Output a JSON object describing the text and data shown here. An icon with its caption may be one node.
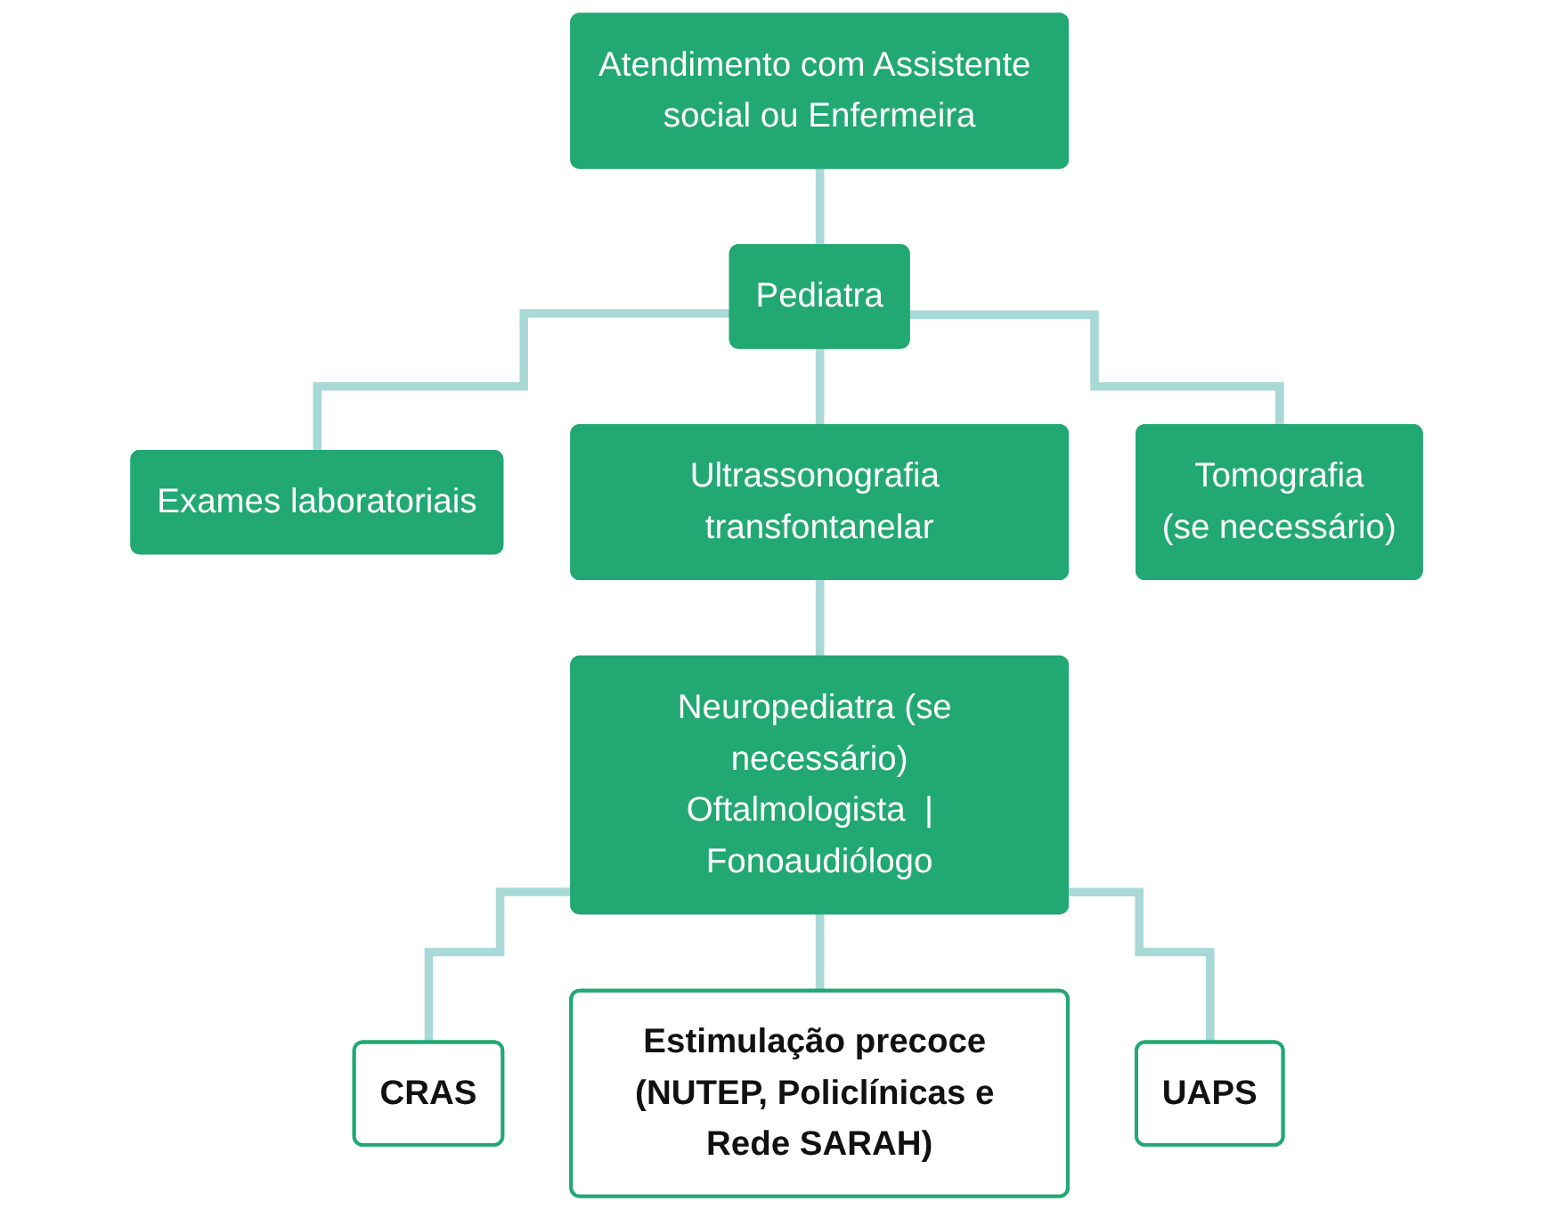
{
  "diagram": {
    "nodes": [
      {
        "text": [
          "Atendimento com Assistente social ou Enfermeira"
        ]
      },
      {
        "text": [
          "Pediatra"
        ]
      },
      {
        "text": [
          "Exames laboratoriais"
        ]
      },
      {
        "text": [
          "Ultrassonografia transfontanelar"
        ]
      },
      {
        "text": [
          "Tomografia",
          "(se necessário)"
        ]
      },
      {
        "text": [
          "Neuropediatra (se necessário)",
          "Oftalmologista  |  Fonoaudiólogo"
        ]
      },
      {
        "text": [
          "CRAS"
        ]
      },
      {
        "text": [
          "Estimulação precoce (NUTEP, Policlínicas e Rede SARAH)"
        ]
      },
      {
        "text": [
          "UAPS"
        ]
      }
    ],
    "edges": [
      {
        "from": 0,
        "to": 1,
        "arrow": "none"
      },
      {
        "from": 1,
        "to": 2,
        "arrow": "none"
      },
      {
        "from": 1,
        "to": 3,
        "arrow": "none"
      },
      {
        "from": 1,
        "to": 4,
        "arrow": "none"
      },
      {
        "from": 3,
        "to": 5,
        "arrow": "none"
      },
      {
        "from": 5,
        "to": 6,
        "arrow": "none"
      },
      {
        "from": 5,
        "to": 7,
        "arrow": "none"
      },
      {
        "from": 5,
        "to": 8,
        "arrow": "none"
      }
    ]
  }
}
